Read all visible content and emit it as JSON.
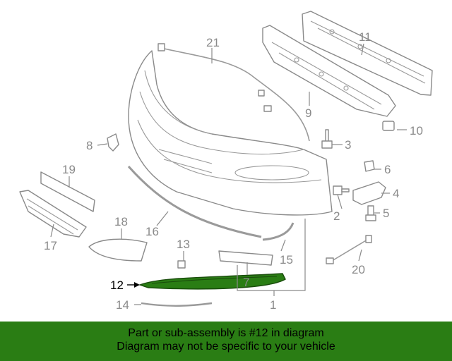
{
  "callouts": {
    "c1": "1",
    "c2": "2",
    "c3": "3",
    "c4": "4",
    "c5": "5",
    "c6": "6",
    "c7": "7",
    "c8": "8",
    "c9": "9",
    "c10": "10",
    "c11": "11",
    "c12": "12",
    "c13": "13",
    "c14": "14",
    "c15": "15",
    "c16": "16",
    "c17": "17",
    "c18": "18",
    "c19": "19",
    "c20": "20",
    "c21": "21"
  },
  "highlight": {
    "part": "12",
    "color": "#2a7d14"
  },
  "banner": {
    "line1": "Part or sub-assembly is #12 in diagram",
    "line2": "Diagram may not be specific to your vehicle",
    "background": "#2a7d14"
  }
}
